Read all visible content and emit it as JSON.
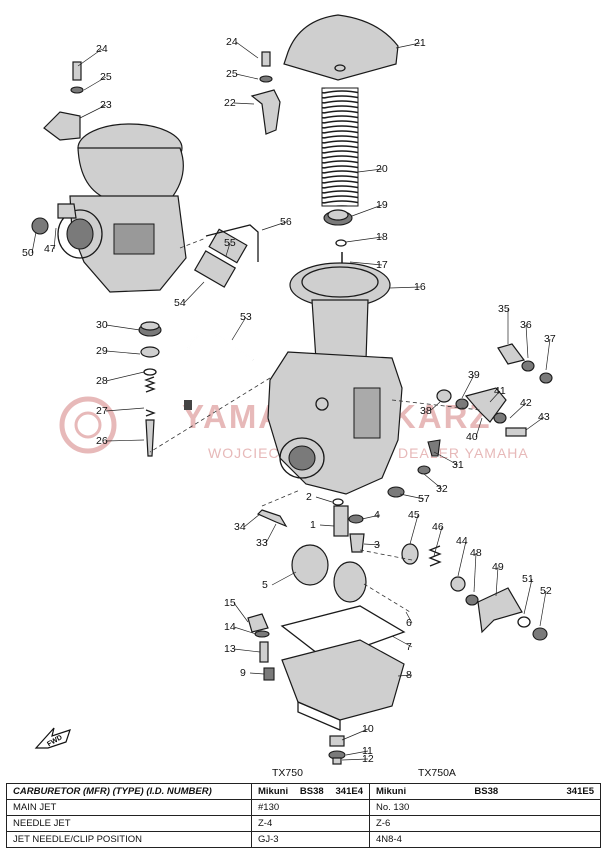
{
  "watermark": {
    "brand": "YAMAHA LEKARZ",
    "owner": "WOJCIECH",
    "dealer_text": "DEALER YAMAHA",
    "accent_color": "#e07a7a"
  },
  "fwd_label": "FWD",
  "callouts": [
    "1",
    "2",
    "3",
    "4",
    "5",
    "6",
    "7",
    "8",
    "9",
    "10",
    "11",
    "12",
    "13",
    "14",
    "15",
    "16",
    "17",
    "18",
    "19",
    "20",
    "21",
    "22",
    "23",
    "24",
    "25",
    "26",
    "27",
    "28",
    "29",
    "30",
    "31",
    "32",
    "33",
    "34",
    "35",
    "36",
    "37",
    "38",
    "39",
    "40",
    "41",
    "42",
    "43",
    "44",
    "45",
    "46",
    "47",
    "48",
    "49",
    "50",
    "51",
    "52",
    "53",
    "54",
    "55",
    "56",
    "57"
  ],
  "extra_callouts": {
    "24b": "24",
    "25b": "25"
  },
  "models": {
    "left": "TX750",
    "right": "TX750A"
  },
  "table": {
    "header": {
      "label": "CARBURETOR (MFR) (TYPE) (I.D. NUMBER)",
      "left": [
        "Mikuni",
        "BS38",
        "341E4"
      ],
      "right": [
        "Mikuni",
        "BS38",
        "341E5"
      ]
    },
    "rows": [
      {
        "label": "MAIN JET",
        "left": "#130",
        "right": "No. 130"
      },
      {
        "label": "NEEDLE JET",
        "left": "Z-4",
        "right": "Z-6"
      },
      {
        "label": "JET NEEDLE/CLIP POSITION",
        "left": "GJ-3",
        "right": "4N8-4"
      }
    ]
  }
}
